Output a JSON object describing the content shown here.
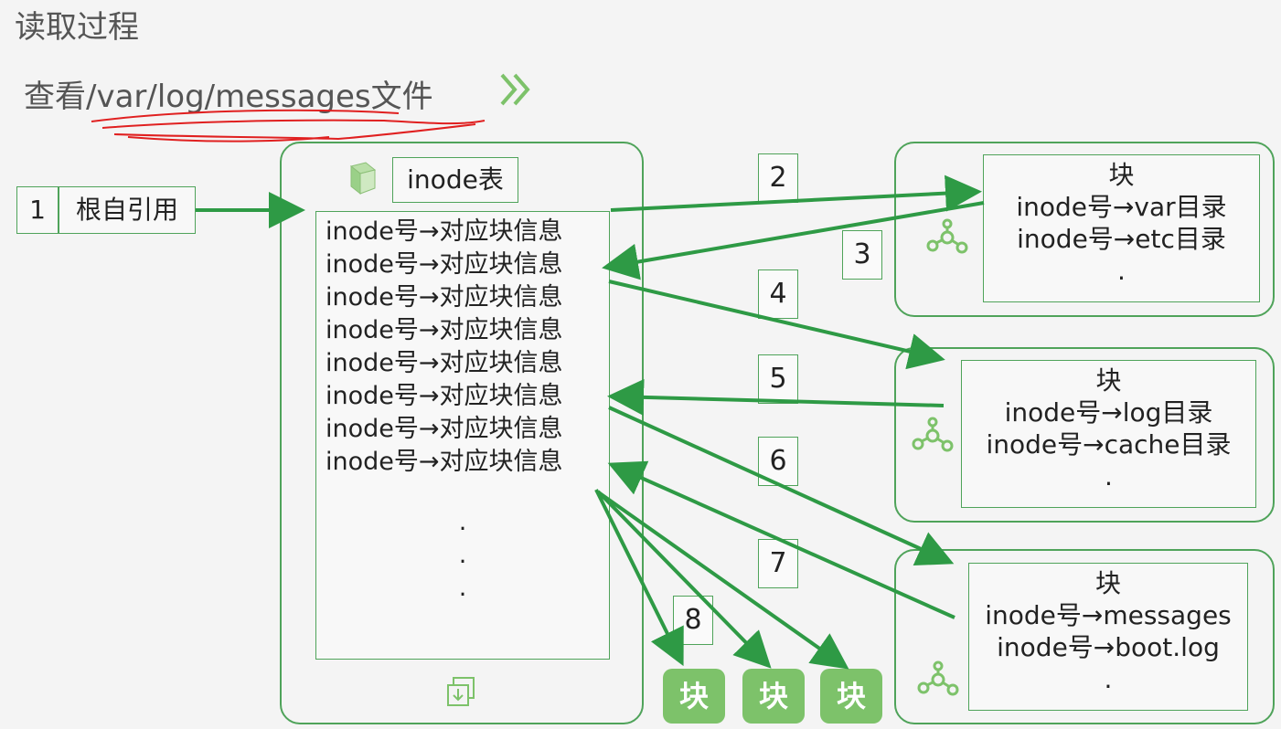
{
  "title": "读取过程",
  "subtitle": "查看/var/log/messages文件",
  "root_ref": {
    "number": "1",
    "label": "根自引用"
  },
  "inode_table": {
    "header": "inode表",
    "rows": [
      "inode号→对应块信息",
      "inode号→对应块信息",
      "inode号→对应块信息",
      "inode号→对应块信息",
      "inode号→对应块信息",
      "inode号→对应块信息",
      "inode号→对应块信息",
      "inode号→对应块信息"
    ],
    "dots": [
      ".",
      ".",
      "."
    ]
  },
  "steps": [
    "2",
    "3",
    "4",
    "5",
    "6",
    "7",
    "8"
  ],
  "blocks": [
    {
      "title": "块",
      "lines": [
        "inode号→var目录",
        "inode号→etc目录",
        "."
      ]
    },
    {
      "title": "块",
      "lines": [
        "inode号→log目录",
        "inode号→cache目录",
        "."
      ]
    },
    {
      "title": "块",
      "lines": [
        "inode号→messages",
        "inode号→boot.log",
        "."
      ]
    }
  ],
  "small_blocks": [
    "块",
    "块",
    "块"
  ],
  "colors": {
    "accent": "#4fa35a",
    "arrow": "#2e9a45",
    "annotation": "#e02020",
    "block_fill": "#7dc26a"
  },
  "icons": [
    "double-chevron-right-icon",
    "cube-stack-icon",
    "network-nodes-icon",
    "download-doc-icon"
  ]
}
